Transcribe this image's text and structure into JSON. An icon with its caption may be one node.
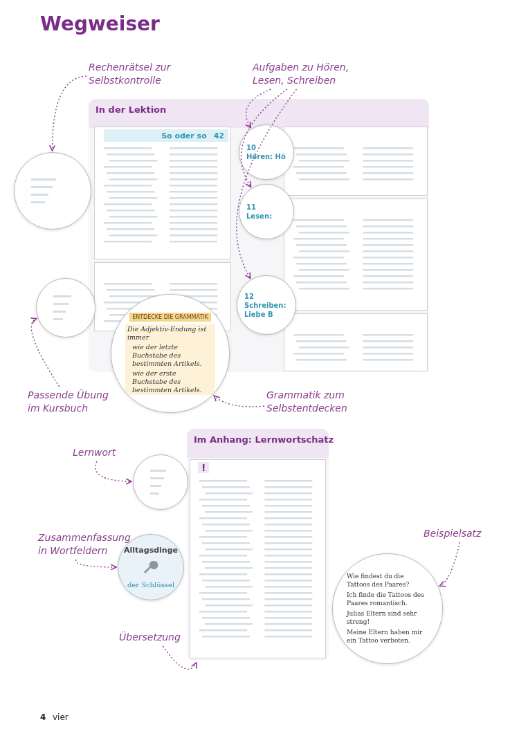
{
  "diagram": {
    "title": "Wegweiser",
    "nodes": [
      {
        "text": [
          "Rechenrätsel zur Selbstkontrolle"
        ]
      },
      {
        "text": [
          "Aufgaben zu Hören, Lesen, Schreiben"
        ]
      },
      {
        "text": [
          "In der Lektion"
        ]
      },
      {
        "text": [
          "So oder so",
          "42"
        ],
        "in": 2
      },
      {
        "text": [],
        "shape": "circle"
      },
      {
        "text": [
          "10",
          "Hören: Hö"
        ],
        "in": 2
      },
      {
        "text": [
          "11",
          "Lesen:"
        ],
        "in": 2
      },
      {
        "text": [
          "12",
          "Schreiben:",
          "Liebe B"
        ],
        "in": 2
      },
      {
        "text": [],
        "shape": "circle"
      },
      {
        "text": [
          "ENTDECKE DIE GRAMMATIK",
          "Die Adjektiv-Endung ist immer",
          "wie der letzte Buchstabe des bestimmten Artikels.",
          "wie der erste Buchstabe des bestimmten Artikels."
        ]
      },
      {
        "text": [
          "Passende Übung im Kursbuch"
        ]
      },
      {
        "text": [
          "Grammatik zum Selbstentdecken"
        ]
      },
      {
        "text": [
          "Im Anhang: Lernwortschatz"
        ]
      },
      {
        "text": [
          "Lernwort"
        ]
      },
      {
        "text": [],
        "shape": "circle"
      },
      {
        "text": [
          "Zusammenfassung in Wortfeldern"
        ]
      },
      {
        "text": [
          "Alltagsdinge",
          "der Schlüssel"
        ]
      },
      {
        "text": [
          "Übersetzung"
        ]
      },
      {
        "text": [
          "Beispielsatz"
        ]
      },
      {
        "text": [
          "Wie findest du die Tattoos des Paares?",
          "Ich finde die Tattoos des Paares romantisch.",
          "Julias Eltern sind sehr streng!",
          "Meine Eltern haben mir ein Tattoo verboten."
        ]
      }
    ],
    "edges": [
      {
        "from": 0,
        "to": 4,
        "arrow": "to",
        "style": "dashed"
      },
      {
        "from": 1,
        "to": 5,
        "arrow": "to",
        "style": "dashed"
      },
      {
        "from": 1,
        "to": 6,
        "arrow": "to",
        "style": "dashed"
      },
      {
        "from": 1,
        "to": 7,
        "arrow": "to",
        "style": "dashed"
      },
      {
        "from": 10,
        "to": 8,
        "arrow": "to",
        "style": "dashed"
      },
      {
        "from": 11,
        "to": 9,
        "arrow": "to",
        "style": "dashed"
      },
      {
        "from": 13,
        "to": 14,
        "arrow": "to",
        "style": "dashed"
      },
      {
        "from": 15,
        "to": 16,
        "arrow": "to",
        "style": "dashed"
      },
      {
        "from": 17,
        "to": 12,
        "arrow": "to",
        "style": "dashed"
      },
      {
        "from": 18,
        "to": 19,
        "arrow": "to",
        "style": "dashed"
      }
    ],
    "labels": [
      "!",
      "4",
      "vier"
    ]
  }
}
